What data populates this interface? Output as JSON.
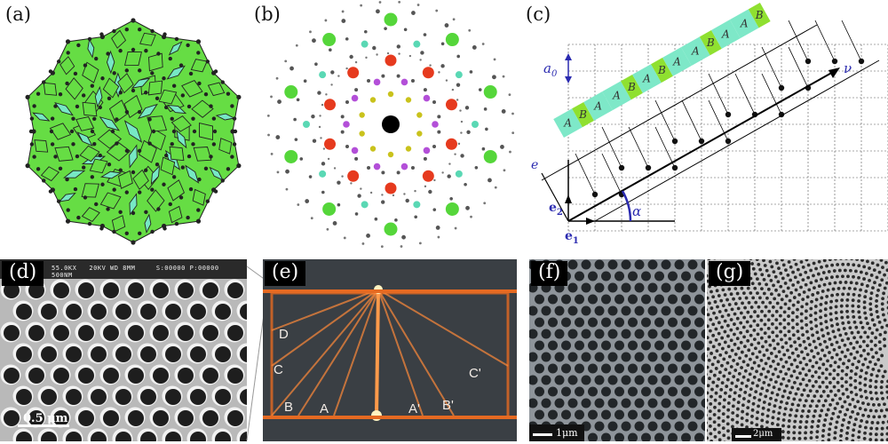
{
  "panels": {
    "a": {
      "label": "(a)"
    },
    "b": {
      "label": "(b)"
    },
    "c": {
      "label": "(c)",
      "a0": "a0",
      "a0_sub": "0",
      "nu": "ν",
      "e1": "e",
      "e1_sub": "1",
      "e2": "e",
      "e2_sub": "2",
      "e_perp": "e",
      "alpha": "α",
      "sequence": [
        "A",
        "B",
        "A",
        "A",
        "B",
        "A",
        "B",
        "A",
        "A",
        "B",
        "A",
        "A",
        "B"
      ]
    },
    "d": {
      "label": "(d)",
      "sem_header": "55.0KX   20KV WD 8MM     S:00000 P:00000\n500NM",
      "scale": "0.5 μm"
    },
    "e": {
      "label": "(e)",
      "letters": {
        "D": "D",
        "C": "C",
        "B": "B",
        "A": "A",
        "Ap": "A'",
        "Bp": "B'",
        "Cp": "C'"
      }
    },
    "f": {
      "label": "(f)",
      "scale": "1μm"
    },
    "g": {
      "label": "(g)",
      "scale": "2μm"
    }
  },
  "colors": {
    "tile_green": "#66dd44",
    "tile_cyan": "#77e8c4",
    "red": "#e63a1e",
    "purple": "#b34fd8",
    "yellow": "#c9c21c",
    "navy": "#2b2bb0"
  }
}
